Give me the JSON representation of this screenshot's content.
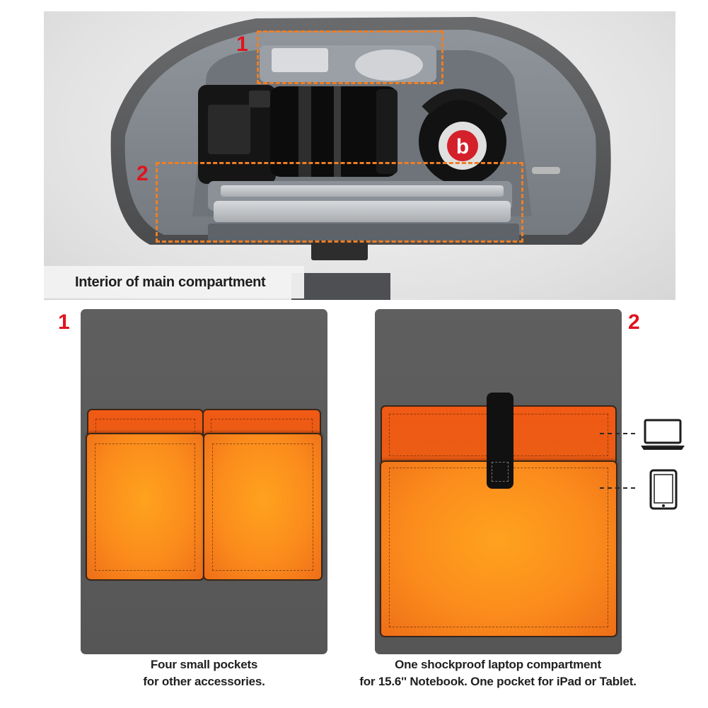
{
  "photo": {
    "caption": "Interior of main compartment",
    "callouts": [
      "1",
      "2"
    ],
    "headphone_brand_letter": "b",
    "colors": {
      "dashed_box": "#f07e22",
      "callout_number": "#e0141e"
    }
  },
  "panels": [
    {
      "number": "1",
      "caption_line1": "Four small pockets",
      "caption_line2": "for other accessories."
    },
    {
      "number": "2",
      "caption_line1": "One shockproof laptop compartment",
      "caption_line2": "for 15.6'' Notebook.  One pocket for iPad or Tablet.",
      "icons": [
        "laptop-icon",
        "tablet-icon"
      ]
    }
  ],
  "colors": {
    "panel_gray": "#5c5c5c",
    "pocket_orange": "#fb8c1c",
    "pocket_dark_orange": "#f05a14",
    "accent_red": "#e0141e"
  }
}
